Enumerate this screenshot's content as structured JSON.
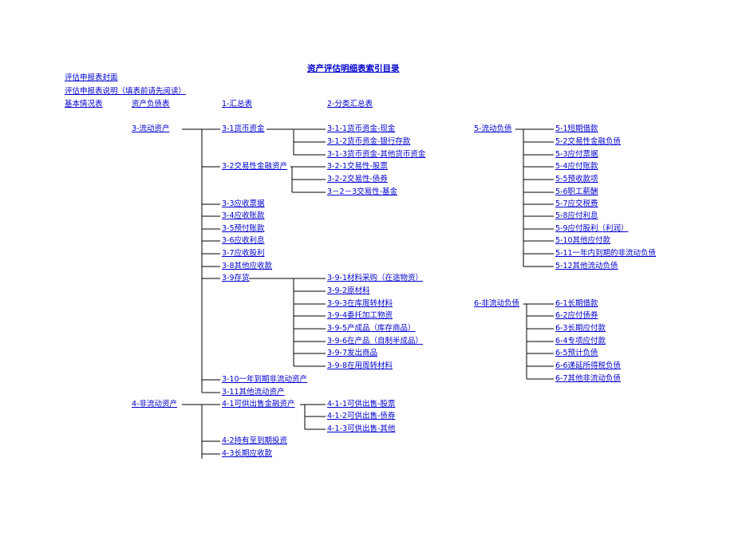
{
  "title": "资产评估明细表索引目录",
  "top_links": [
    {
      "id": "cover",
      "label": "评估申报表封面"
    },
    {
      "id": "notes",
      "label": "评估申报表说明（填表前请先阅读）"
    },
    {
      "id": "basic",
      "label": "基本情况表"
    },
    {
      "id": "bs",
      "label": "资产负债表"
    },
    {
      "id": "summary",
      "label": "1-汇总表"
    },
    {
      "id": "class",
      "label": "2-分类汇总表"
    }
  ],
  "assets": {
    "current": {
      "label": "3-流动资产"
    },
    "cash": {
      "label": "3-1货币资金",
      "children": [
        "3-1-1货币资金-现金",
        "3-1-2货币资金-银行存款",
        "3-1-3货币资金-其他货币资金"
      ]
    },
    "trading": {
      "label": "3-2交易性金融资产",
      "children": [
        "3-2-1交易性-股票",
        "3-2-2交易性-债券",
        "3－2－3交易性-基金"
      ]
    },
    "receivables": [
      "3-3应收票据",
      "3-4应收账款",
      "3-5预付账款",
      "3-6应收利息",
      "3-7应收股利",
      "3-8其他应收款"
    ],
    "inventory": {
      "label": "3-9存货",
      "children": [
        "3-9-1材料采购（在途物资）",
        "3-9-2原材料",
        "3-9-3在库周转材料",
        "3-9-4委托加工物资",
        "3-9-5产成品（库存商品）",
        "3-9-6在产品（自制半成品）",
        "3-9-7发出商品",
        "3-9-8在用周转材料"
      ]
    },
    "others": [
      "3-10一年到期非流动资产",
      "3-11其他流动资产"
    ],
    "noncurrent": {
      "label": "4-非流动资产"
    },
    "afs": {
      "label": "4-1可供出售金融资产",
      "children": [
        "4-1-1可供出售-股票",
        "4-1-2可供出售-债券",
        "4-1-3可供出售-其他"
      ]
    },
    "nc_items": [
      "4-2持有至到期投资",
      "4-3长期应收款"
    ]
  },
  "liabilities": {
    "current": {
      "label": "5-流动负债",
      "children": [
        "5-1短期借款",
        "5-2交易性金融负债",
        "5-3应付票据",
        "5-4应付账款",
        "5-5预收款项",
        "5-6职工薪酬",
        "5-7应交税费",
        "5-8应付利息",
        "5-9应付股利（利润）",
        "5-10其他应付款",
        "5-11一年内到期的非流动负债",
        "5-12其他流动负债"
      ]
    },
    "noncurrent": {
      "label": "6-非流动负债",
      "children": [
        "6-1长期借款",
        "6-2应付债券",
        "6-3长期应付款",
        "6-4专项应付款",
        "6-5预计负债",
        "6-6递延所得税负债",
        "6-7其他非流动负债"
      ]
    }
  }
}
